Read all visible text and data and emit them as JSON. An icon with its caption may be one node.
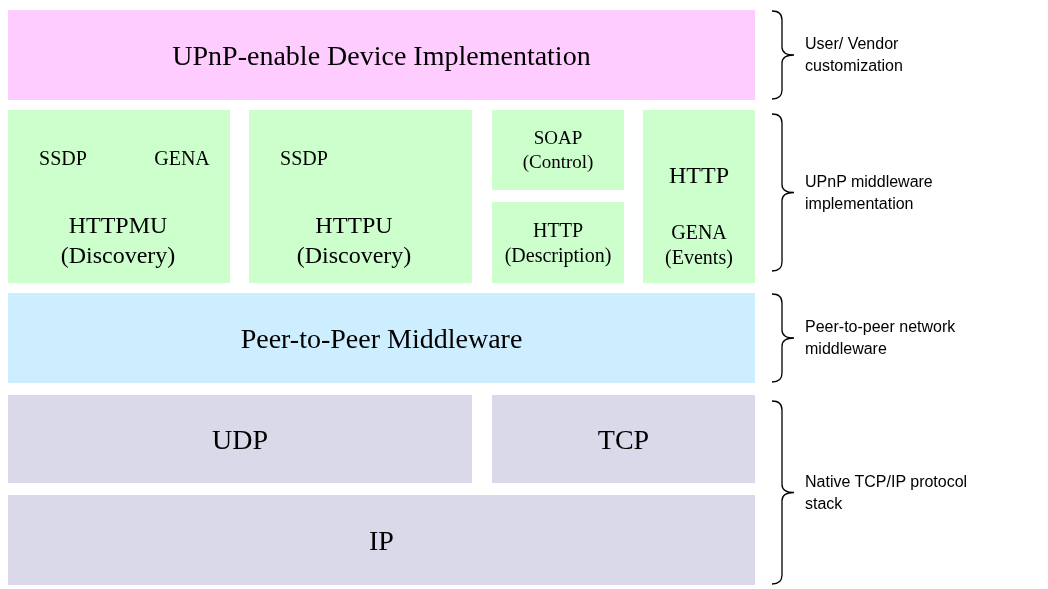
{
  "diagram": {
    "nodes": [
      {
        "text": [
          "UPnP-enable Device Implementation"
        ]
      },
      {
        "text": [],
        "shape": "box"
      },
      {
        "text": [
          "SSDP"
        ],
        "in": 1
      },
      {
        "text": [
          "GENA"
        ],
        "in": 1
      },
      {
        "text": [
          "HTTPMU (Discovery)"
        ],
        "in": 1
      },
      {
        "text": [],
        "shape": "box"
      },
      {
        "text": [
          "SSDP"
        ],
        "in": 5
      },
      {
        "text": [
          "HTTPU (Discovery)"
        ],
        "in": 5
      },
      {
        "text": [
          "SOAP (Control)"
        ]
      },
      {
        "text": [
          "HTTP (Description)"
        ]
      },
      {
        "text": [],
        "shape": "box"
      },
      {
        "text": [
          "HTTP"
        ],
        "in": 10
      },
      {
        "text": [
          "GENA (Events)"
        ],
        "in": 10
      },
      {
        "text": [
          "Peer-to-Peer Middleware"
        ]
      },
      {
        "text": [
          "UDP"
        ]
      },
      {
        "text": [
          "TCP"
        ]
      },
      {
        "text": [
          "IP"
        ]
      }
    ],
    "labels": [
      "User/ Vendor customization",
      "UPnP middleware implementation",
      "Peer-to-peer network middleware",
      "Native TCP/IP protocol stack"
    ]
  }
}
